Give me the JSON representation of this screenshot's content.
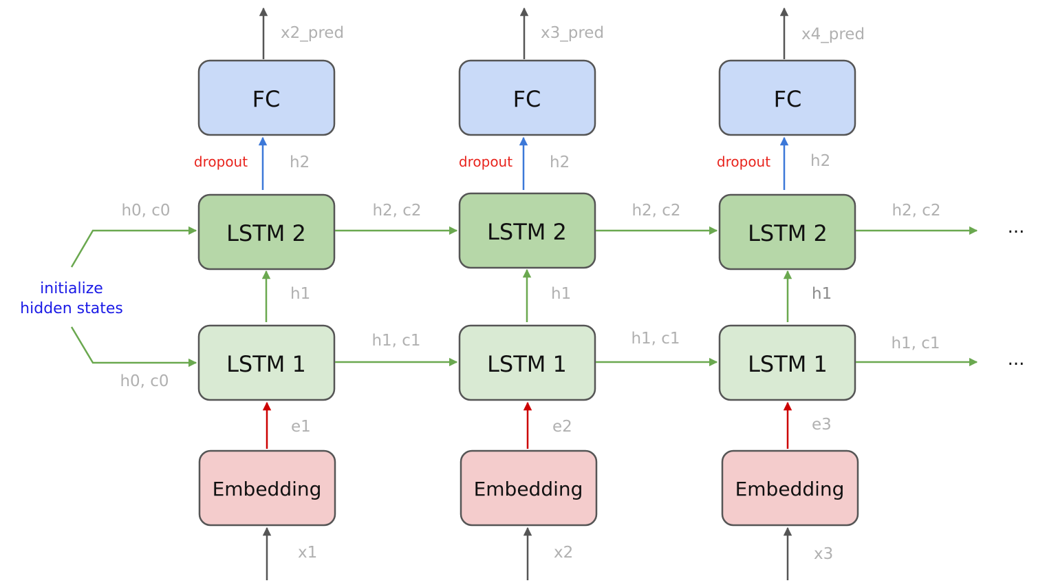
{
  "colors": {
    "fc_fill": "#c9daf8",
    "lstm2_fill": "#b6d7a8",
    "lstm1_fill": "#d9ead3",
    "embedding_fill": "#f4cccc",
    "box_stroke": "#555555",
    "gray_arrow": "#555555",
    "green_arrow": "#6aa84f",
    "blue_arrow": "#3c78d8",
    "red_arrow": "#cc0000",
    "edge_text": "#b0b0b0",
    "dropout_text": "#e8231c",
    "init_text": "#1a1ae6"
  },
  "init": {
    "line1": "initialize",
    "line2": "hidden states",
    "top_state": "h0, c0",
    "bottom_state": "h0, c0"
  },
  "ellipsis": "...",
  "columns": [
    {
      "fc": "FC",
      "lstm2": "LSTM 2",
      "lstm1": "LSTM 1",
      "embedding": "Embedding",
      "output": "x2_pred",
      "dropout": "dropout",
      "h_top": "h2",
      "h_mid": "h1",
      "embed_out": "e1",
      "input": "x1",
      "state2_out": "h2, c2",
      "state1_out": "h1, c1"
    },
    {
      "fc": "FC",
      "lstm2": "LSTM 2",
      "lstm1": "LSTM 1",
      "embedding": "Embedding",
      "output": "x3_pred",
      "dropout": "dropout",
      "h_top": "h2",
      "h_mid": "h1",
      "embed_out": "e2",
      "input": "x2",
      "state2_out": "h2, c2",
      "state1_out": "h1, c1"
    },
    {
      "fc": "FC",
      "lstm2": "LSTM 2",
      "lstm1": "LSTM 1",
      "embedding": "Embedding",
      "output": "x4_pred",
      "dropout": "dropout",
      "h_top": "h2",
      "h_mid": "h1",
      "embed_out": "e3",
      "input": "x3",
      "state2_out": "h2, c2",
      "state1_out": "h1, c1"
    }
  ]
}
